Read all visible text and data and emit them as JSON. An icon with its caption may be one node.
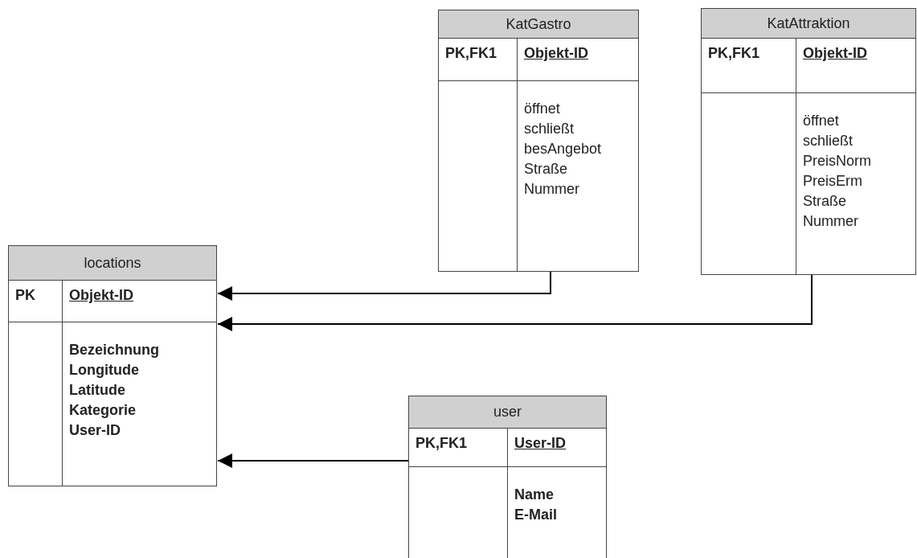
{
  "diagram": {
    "nodes": [
      {
        "text": [
          "KatGastro",
          "PK,FK1",
          "Objekt-ID",
          "öffnet schließt besAngebot Straße Nummer"
        ]
      },
      {
        "text": [
          "KatAttraktion",
          "PK,FK1",
          "Objekt-ID",
          "öffnet schließt PreisNorm PreisErm Straße Nummer"
        ]
      },
      {
        "text": [
          "locations",
          "PK",
          "Objekt-ID",
          "Bezeichnung Longitude Latitude Kategorie User-ID"
        ]
      },
      {
        "text": [
          "user",
          "PK,FK1",
          "User-ID",
          "Name E-Mail"
        ]
      }
    ],
    "edges": [
      {
        "from": 0,
        "to": 2,
        "arrow": "to"
      },
      {
        "from": 1,
        "to": 2,
        "arrow": "to"
      },
      {
        "from": 3,
        "to": 2,
        "arrow": "to"
      }
    ]
  }
}
